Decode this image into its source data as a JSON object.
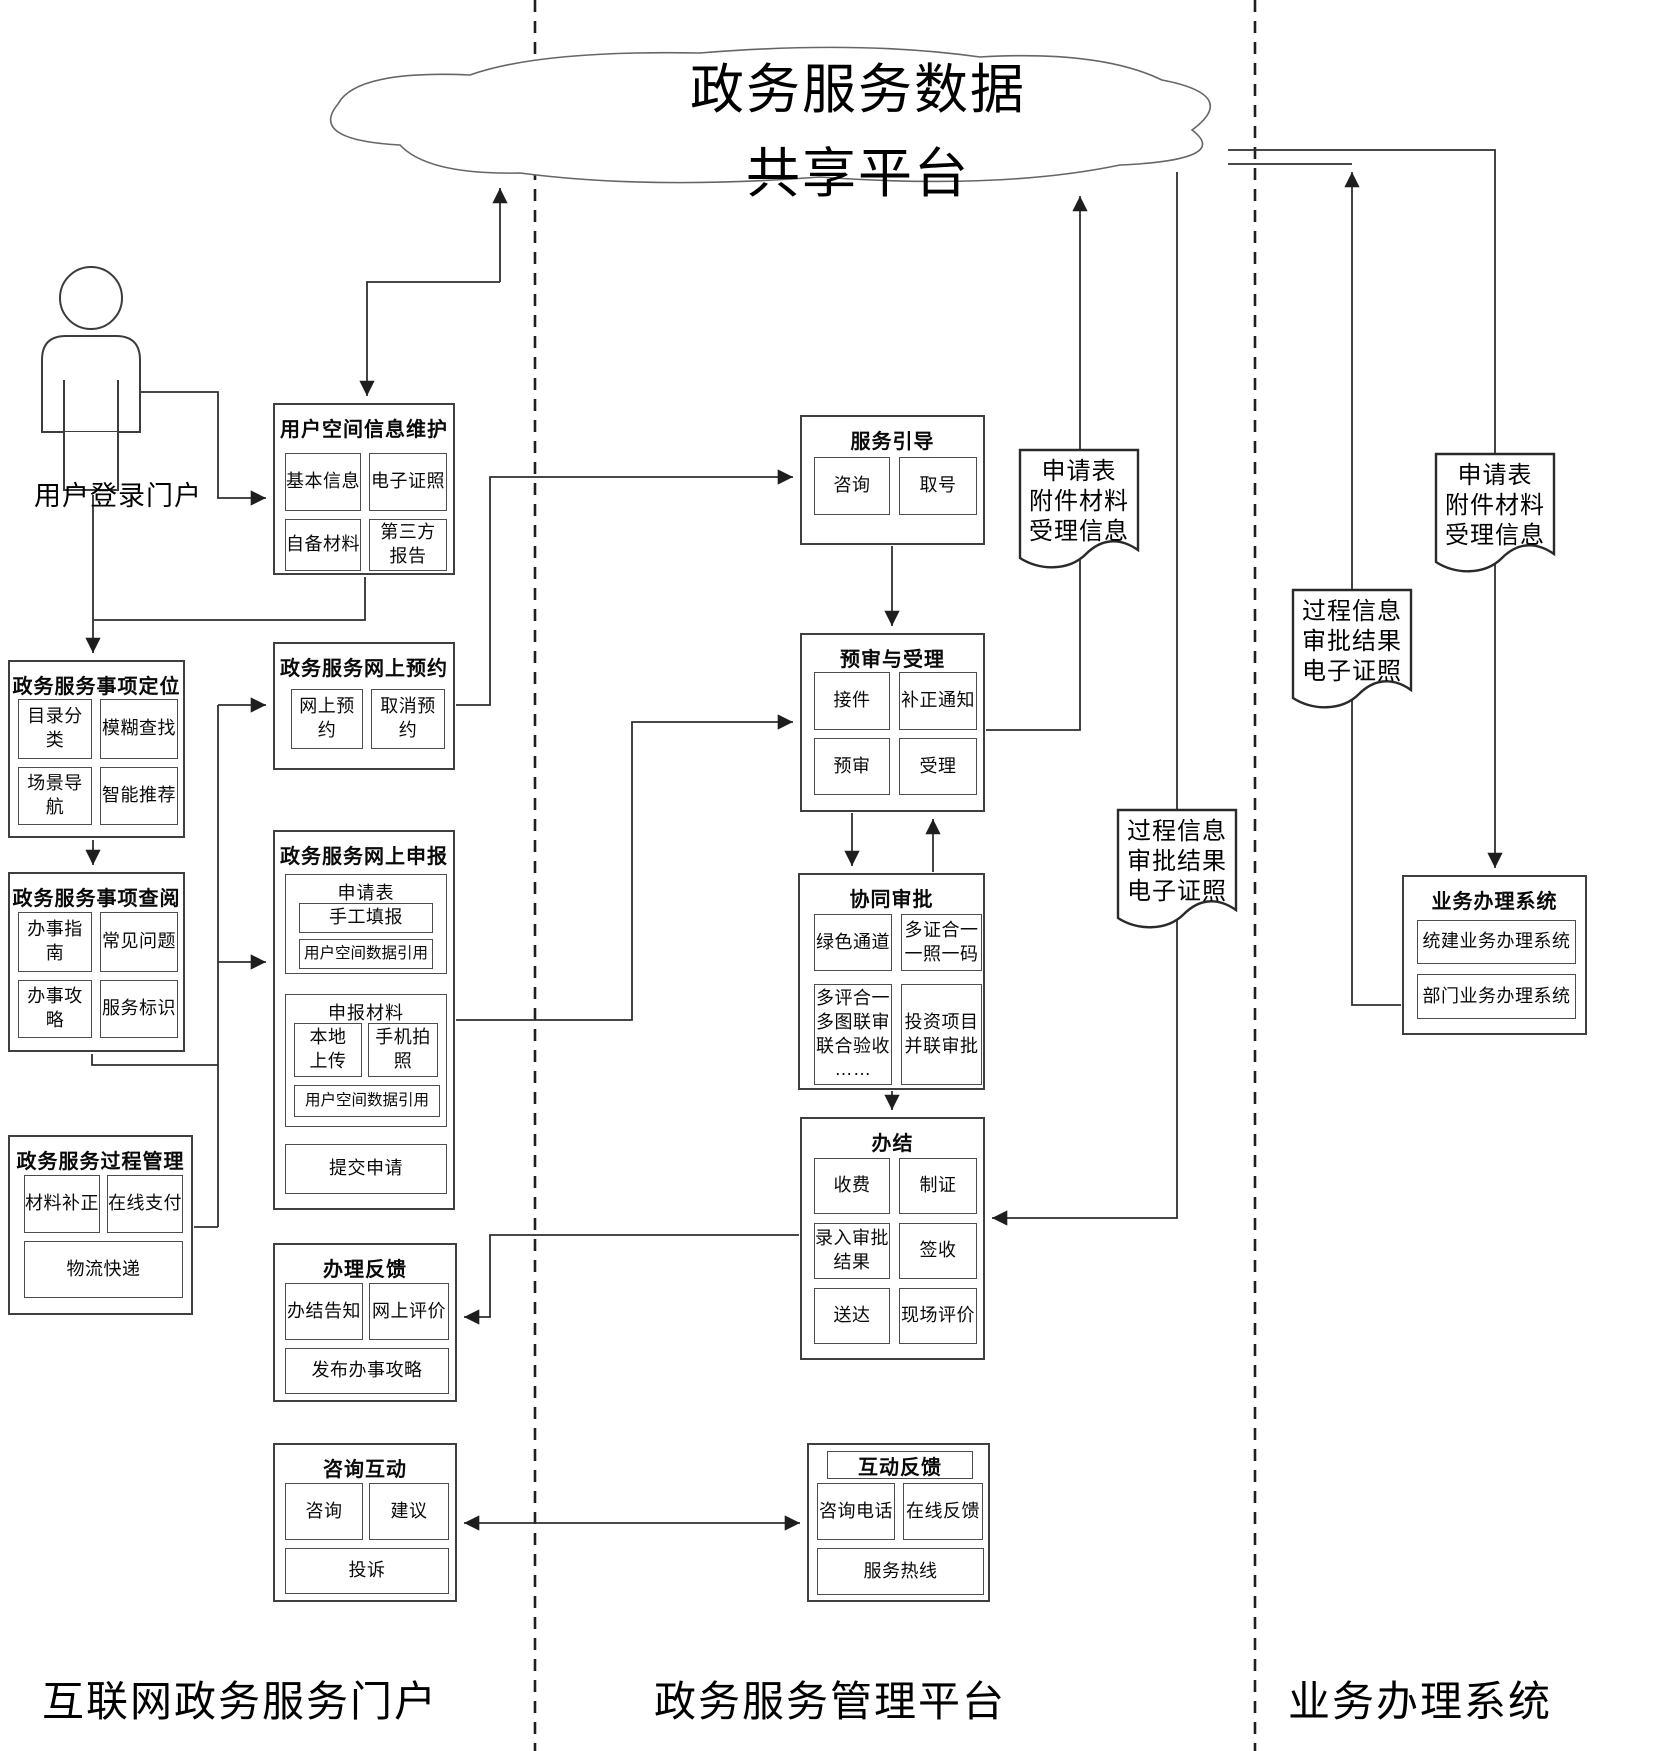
{
  "colors": {
    "line": "#333333",
    "background": "#ffffff"
  },
  "cloud": {
    "line1": "政务服务数据",
    "line2": "共享平台"
  },
  "actor": {
    "label": "用户登录门户"
  },
  "lanes": {
    "left": "互联网政务服务门户",
    "middle": "政务服务管理平台",
    "right": "业务办理系统"
  },
  "boxes": {
    "user_space": {
      "title": "用户空间信息维护",
      "items": [
        "基本信息",
        "电子证照",
        "自备材料",
        "第三方\n报告"
      ]
    },
    "item_locating": {
      "title": "政务服务事项定位",
      "items": [
        "目录分类",
        "模糊查找",
        "场景导航",
        "智能推荐"
      ]
    },
    "item_review": {
      "title": "政务服务事项查阅",
      "items": [
        "办事指南",
        "常见问题",
        "办事攻略",
        "服务标识"
      ]
    },
    "process_mgmt": {
      "title": "政务服务过程管理",
      "items": [
        "材料补正",
        "在线支付",
        "物流快递"
      ]
    },
    "online_booking": {
      "title": "政务服务网上预约",
      "items": [
        "网上预约",
        "取消预约"
      ]
    },
    "online_declare": {
      "title": "政务服务网上申报",
      "form_group": {
        "title": "申请表",
        "items": [
          "手工填报",
          "用户空间数据引用"
        ]
      },
      "material_group": {
        "title": "申报材料",
        "items": [
          "本地\n上传",
          "手机拍\n照",
          "用户空间数据引用"
        ]
      },
      "submit": "提交申请"
    },
    "feedback": {
      "title": "办理反馈",
      "items": [
        "办结告知",
        "网上评价",
        "发布办事攻略"
      ]
    },
    "consult": {
      "title": "咨询互动",
      "items": [
        "咨询",
        "建议",
        "投诉"
      ]
    },
    "service_guide": {
      "title": "服务引导",
      "items": [
        "咨询",
        "取号"
      ]
    },
    "pre_accept": {
      "title": "预审与受理",
      "items": [
        "接件",
        "补正通知",
        "预审",
        "受理"
      ]
    },
    "joint_approval": {
      "title": "协同审批",
      "items": [
        "绿色通道",
        "多证合一\n一照一码",
        "多评合一\n多图联审\n联合验收\n……",
        "投资项目\n并联审批"
      ]
    },
    "completion": {
      "title": "办结",
      "items": [
        "收费",
        "制证",
        "录入审批\n结果",
        "签收",
        "送达",
        "现场评价"
      ]
    },
    "interact_feedback": {
      "title": "互动反馈",
      "items": [
        "咨询电话",
        "在线反馈",
        "服务热线"
      ]
    },
    "biz_system": {
      "title": "业务办理系统",
      "items": [
        "统建业务办理系统",
        "部门业务办理系统"
      ]
    }
  },
  "documents": {
    "app_form_mid": {
      "lines": [
        "申请表",
        "附件材料",
        "受理信息"
      ]
    },
    "process_info_mid": {
      "lines": [
        "过程信息",
        "审批结果",
        "电子证照"
      ]
    },
    "app_form_right": {
      "lines": [
        "申请表",
        "附件材料",
        "受理信息"
      ]
    },
    "process_info_right": {
      "lines": [
        "过程信息",
        "审批结果",
        "电子证照"
      ]
    }
  }
}
